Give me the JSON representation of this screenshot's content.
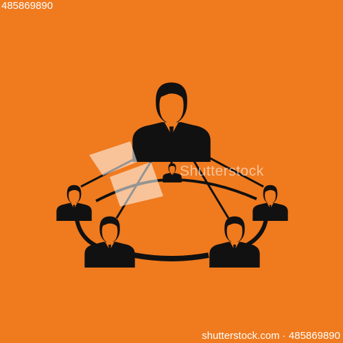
{
  "colors": {
    "background": "#f07a1e",
    "icon": "#111111",
    "face": "#f07a1e",
    "stamp_text": "#ffffff"
  },
  "watermark": {
    "brand": "Shutterstock"
  },
  "stamp": {
    "top_id": "485869890",
    "bottom_text": "shutterstock.com · 485869890"
  },
  "icon": {
    "name": "team-network-icon",
    "people_count": 6
  }
}
